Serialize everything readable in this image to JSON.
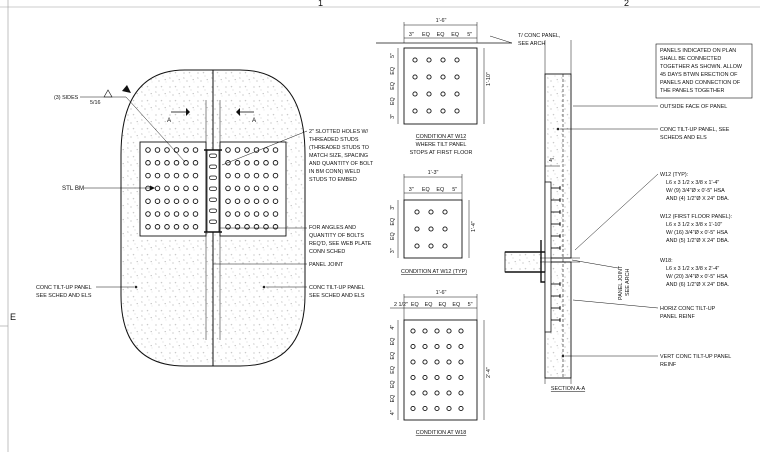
{
  "sheet": {
    "grid_marks": [
      "1",
      "2",
      "E"
    ]
  },
  "elevation": {
    "weld_sides": "(3) SIDES",
    "weld_size": "5/16",
    "section_mark_left": "A",
    "section_mark_right": "A",
    "steel_beam": "STL BM",
    "note_slotted_holes": [
      "2\" SLOTTED HOLES W/",
      "THREADED STUDS",
      "(THREADED STUDS TO",
      "MATCH SIZE, SPACING",
      "AND QUANTITY OF BOLT",
      "IN BM CONN) WELD",
      "STUDS TO EMBED"
    ],
    "note_angles": [
      "FOR ANGLES AND",
      "QUANTITY OF BOLTS",
      "REQ'D, SEE WEB PLATE",
      "CONN SCHED",
      "PANEL JOINT"
    ],
    "note_panel_left": [
      "CONC TILT-UP PANEL",
      "SEE SCHED AND ELS"
    ],
    "note_panel_right": [
      "CONC TILT-UP PANEL",
      "SEE SCHED AND ELS"
    ]
  },
  "details": [
    {
      "title": [
        "CONDITION AT W12",
        "WHERE TILT PANEL",
        "STOPS AT FIRST FLOOR"
      ],
      "width_dim": "1'-6\"",
      "sub_dims": [
        "3\"",
        "EQ",
        "EQ",
        "EQ",
        "5\""
      ],
      "height_dim": "1'-10\"",
      "side_dims": [
        "5\"",
        "EQ",
        "EQ",
        "EQ",
        "3\""
      ],
      "note": [
        "T/ CONC PANEL,",
        "SEE ARCH"
      ]
    },
    {
      "title": [
        "CONDITION AT W12 (TYP)"
      ],
      "width_dim": "1'-3\"",
      "sub_dims": [
        "3\"",
        "EQ",
        "EQ",
        "5\""
      ],
      "height_dim": "1'-4\"",
      "side_dims": [
        "3\"",
        "EQ",
        "EQ",
        "3\""
      ]
    },
    {
      "title": [
        "CONDITION AT W18"
      ],
      "width_dim": "1'-6\"",
      "sub_dims": [
        "2 1/2\"",
        "EQ",
        "EQ",
        "EQ",
        "EQ",
        "5\""
      ],
      "height_dim": "2'-4\"",
      "side_dims": [
        "4\"",
        "EQ",
        "EQ",
        "EQ",
        "EQ",
        "EQ",
        "4\""
      ]
    }
  ],
  "section": {
    "title": "SECTION A-A",
    "dim_4": "4\"",
    "note_connect": [
      "PANELS INDICATED ON PLAN",
      "SHALL BE CONNECTED",
      "TOGETHER AS SHOWN. ALLOW",
      "45 DAYS BTWN ERECTION OF",
      "PANELS AND CONNECTION OF",
      "THE PANELS TOGETHER"
    ],
    "note_outside_face": "OUTSIDE FACE OF PANEL",
    "note_tiltup": [
      "CONC TILT-UP PANEL, SEE",
      "SCHEDS AND ELS"
    ],
    "note_w12_typ": [
      "W12 (TYP):",
      "L6 x 3 1/2 x 3/8 x 1'-4\"",
      "W/ (9) 3/4\"Ø x 0'-5\" HSA",
      "AND (4) 1/2\"Ø X 24\" DBA."
    ],
    "note_w12_ff": [
      "W12 (FIRST FLOOR PANEL):",
      "L6 x 3 1/2 x 3/8 x 1'-10\"",
      "W/ (16) 3/4\"Ø x 0'-5\" HSA",
      "AND (5) 1/2\"Ø X 24\" DBA."
    ],
    "note_w18": [
      "W18:",
      "L6 x 3 1/2 x 3/8 x 2'-4\"",
      "W/ (20) 3/4\"Ø x 0'-5\" HSA",
      "AND (6) 1/2\"Ø X 24\" DBA."
    ],
    "note_panel_joint": [
      "PANEL JOINT",
      "SEE ARCH"
    ],
    "note_horiz": [
      "HORIZ CONC TILT-UP",
      "PANEL REINF"
    ],
    "note_vert": [
      "VERT CONC TILT-UP PANEL",
      "REINF"
    ]
  }
}
